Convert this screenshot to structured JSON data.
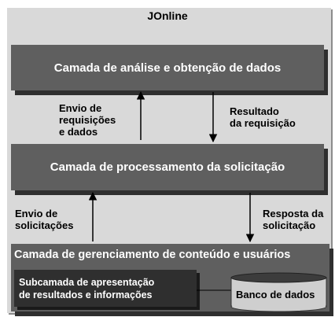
{
  "title": "JOnline",
  "layers": {
    "top": "Camada de análise e obtenção de dados",
    "middle": "Camada de processamento da solicitação",
    "bottom": "Camada de gerenciamento de conteúdo e usuários"
  },
  "arrows": {
    "up_1": [
      "Envio de",
      "requisições",
      "e dados"
    ],
    "down_1": [
      "Resultado",
      "da requisição"
    ],
    "up_2": [
      "Envio de",
      "solicitações"
    ],
    "down_2": [
      "Resposta da",
      "solicitação"
    ]
  },
  "sublayer": [
    "Subcamada de apresentação",
    "de resultados e informações"
  ],
  "database": "Banco de dados",
  "colors": {
    "frame": "#d9d9d9",
    "layer": "#5f5f5f",
    "sublayer": "#2f2f2f",
    "database": "#3c3c3c"
  }
}
